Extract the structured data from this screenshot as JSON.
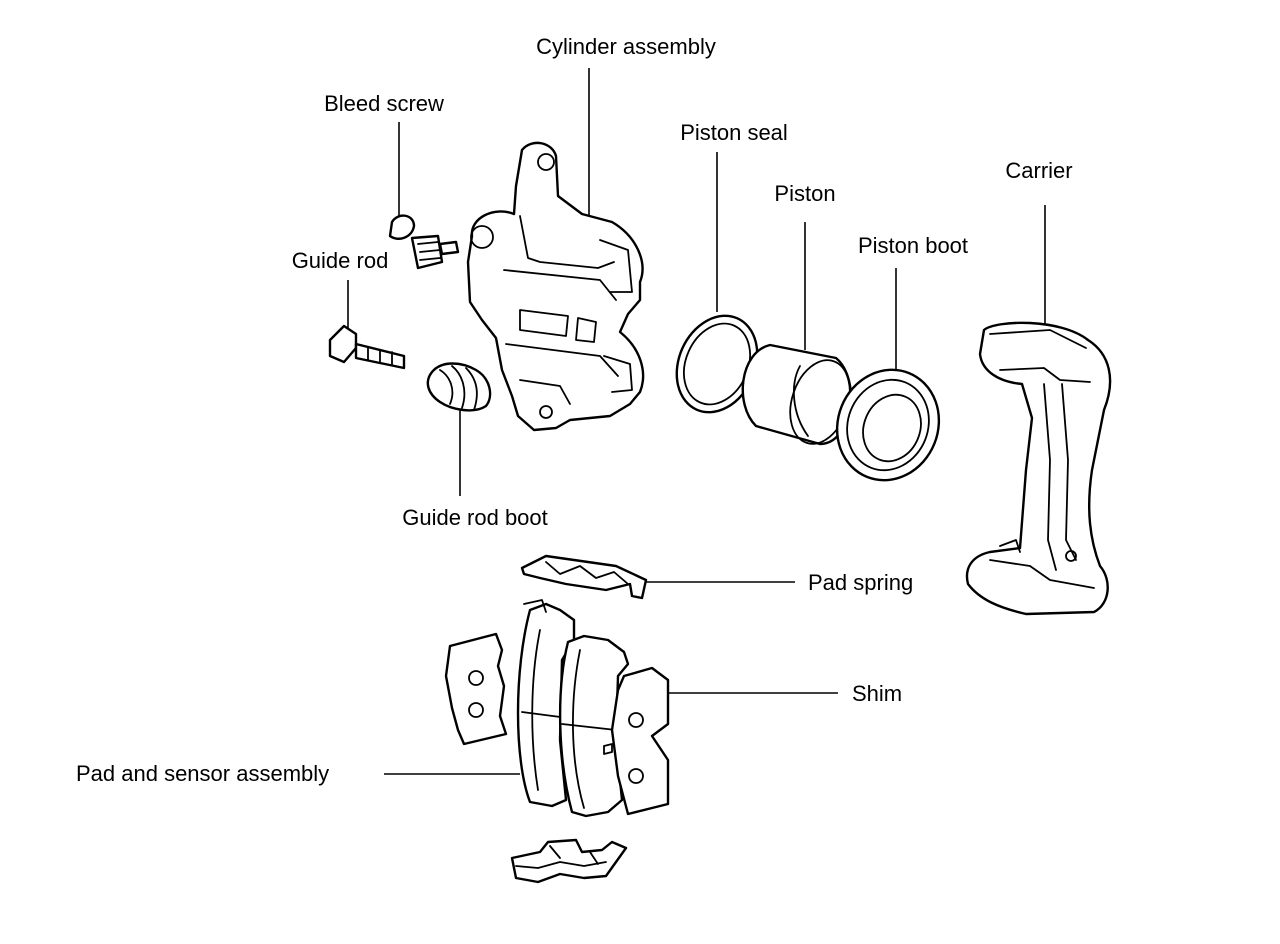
{
  "diagram": {
    "labels": {
      "cylinder_assembly": "Cylinder assembly",
      "bleed_screw": "Bleed screw",
      "piston_seal": "Piston seal",
      "piston": "Piston",
      "carrier": "Carrier",
      "piston_boot": "Piston boot",
      "guide_rod": "Guide rod",
      "guide_rod_boot": "Guide rod boot",
      "pad_spring": "Pad spring",
      "shim": "Shim",
      "pad_and_sensor_assembly": "Pad and sensor assembly"
    }
  }
}
